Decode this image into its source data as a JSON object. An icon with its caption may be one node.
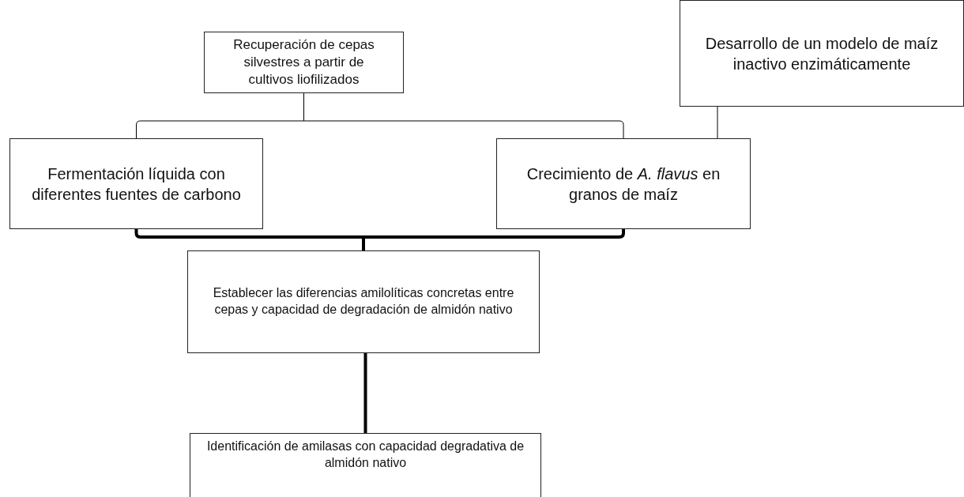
{
  "diagram": {
    "nodes": [
      {
        "text": [
          "Recuperación de cepas silvestres a partir de cultivos liofilizados"
        ]
      },
      {
        "text": [
          "Desarrollo de un modelo de maíz inactivo enzimáticamente"
        ]
      },
      {
        "text": [
          "Fermentación líquida con diferentes fuentes de carbono"
        ]
      },
      {
        "text": [
          "Crecimiento de *A. flavus* en granos de maíz"
        ]
      },
      {
        "text": [
          "Establecer las diferencias amilolíticas concretas entre cepas y capacidad de degradación de almidón nativo"
        ]
      },
      {
        "text": [
          "Identificación de amilasas con capacidad degradativa de almidón nativo"
        ]
      }
    ],
    "edges": [
      {
        "from": 0,
        "to": 2,
        "arrow": "none"
      },
      {
        "from": 0,
        "to": 3,
        "arrow": "none"
      },
      {
        "from": 1,
        "to": 3,
        "arrow": "none"
      },
      {
        "from": 2,
        "to": 4,
        "arrow": "none",
        "style": "thick"
      },
      {
        "from": 3,
        "to": 4,
        "arrow": "none",
        "style": "thick"
      },
      {
        "from": 4,
        "to": 5,
        "arrow": "none",
        "style": "thick"
      }
    ]
  }
}
